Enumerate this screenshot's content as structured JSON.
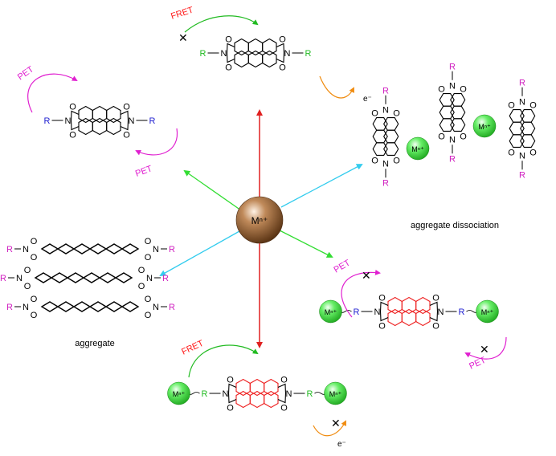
{
  "center_ion": "Mⁿ⁺",
  "ion_label": "Mⁿ⁺",
  "atoms": {
    "oxygen": "O",
    "nitrogen": "N",
    "substituent": "R"
  },
  "process": {
    "fret": "FRET",
    "pet": "PET",
    "electron": "e⁻"
  },
  "captions": {
    "aggregate": "aggregate",
    "dissociation": "aggregate dissociation"
  },
  "colors": {
    "fret": "#ff1a1a",
    "pet": "#e020d0",
    "green_R": "#22bb22",
    "blue_R": "#1f1fd0",
    "magenta_R": "#d020c0",
    "electron": "#f08c10",
    "red_arrow": "#e02020",
    "green_arrow": "#33dd33",
    "cyan_arrow": "#33ccee",
    "ion_green": "#55ee55",
    "center_brown": "#7a4a22",
    "red_core": "#ee2020"
  }
}
